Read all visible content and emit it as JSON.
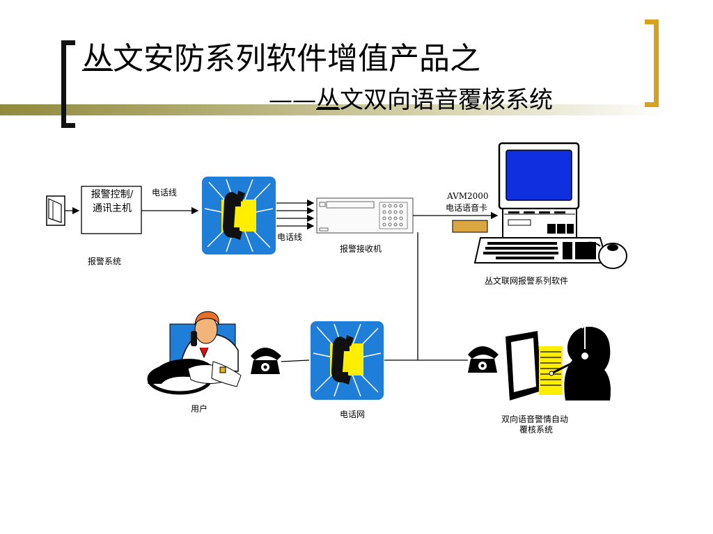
{
  "title": {
    "line1_prefix": "丛",
    "line1_rest": "文安防系列软件增值产品之",
    "line2_dash": "——",
    "line2_prefix": "丛",
    "line2_rest": "文双向语音覆核系统"
  },
  "diagram": {
    "controller_line1": "报警控制/",
    "controller_line2": "通讯主机",
    "alarm_system": "报警系统",
    "phone_line_top": "电话线",
    "phone_line_mid": "电话线",
    "receiver": "报警接收机",
    "card_line1": "AVM2000",
    "card_line2": "电话语音卡",
    "software": "丛文联网报警系列软件",
    "user": "用户",
    "phone_network": "电话网",
    "verify_line1": "双向语音警情自动",
    "verify_line2": "覆核系统"
  },
  "colors": {
    "title_bar": "#8f8a3c",
    "bracket_right": "#d6a21c",
    "phone_tile": "#1f7ed8",
    "handset": "#ffee00",
    "monitor_screen": "#1030e0",
    "card": "#d9a641"
  }
}
